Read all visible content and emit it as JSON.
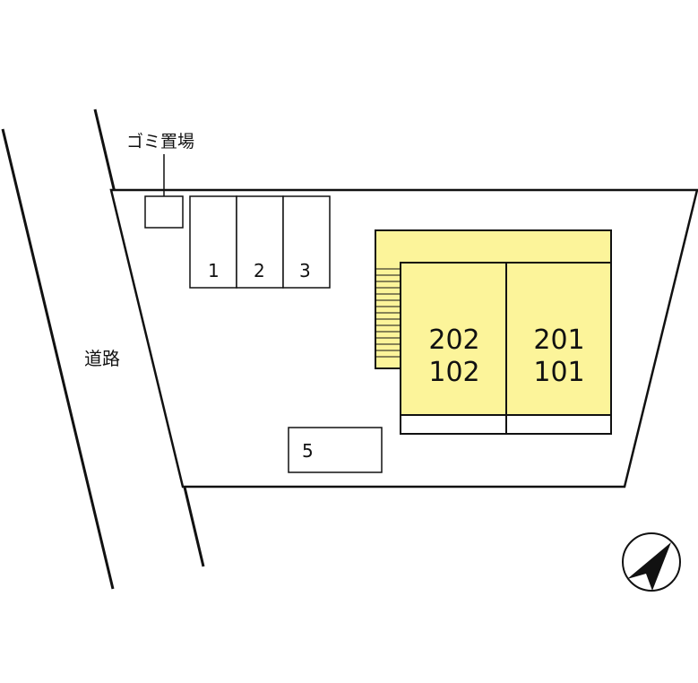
{
  "map": {
    "garbage_label": "ゴミ置場",
    "road_label": "道路",
    "parking_spaces": [
      "1",
      "2",
      "3",
      "5"
    ],
    "units": [
      {
        "upper": "202",
        "lower": "102"
      },
      {
        "upper": "201",
        "lower": "101"
      }
    ],
    "compass_icon": "north-arrow-icon",
    "colors": {
      "building": "#fcf49a",
      "outline": "#111111",
      "background": "#ffffff"
    }
  }
}
